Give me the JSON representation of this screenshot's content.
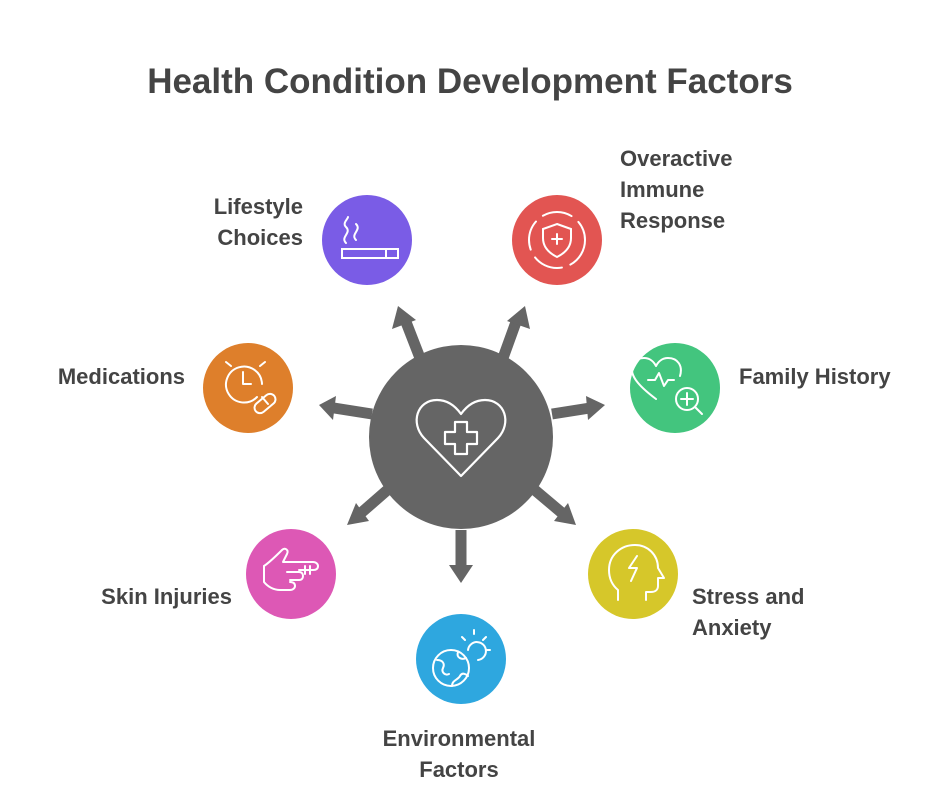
{
  "title": "Health Condition Development Factors",
  "colors": {
    "hub": "#656565",
    "arrow": "#656565",
    "text": "#444444"
  },
  "hub": {
    "icon": "heart-medical-cross-icon"
  },
  "factors": [
    {
      "id": "lifestyle",
      "lines": [
        "Lifestyle",
        "Choices"
      ],
      "color": "#7a5ce6",
      "icon": "cigarette-icon"
    },
    {
      "id": "immune",
      "lines": [
        "Overactive",
        "Immune",
        "Response"
      ],
      "color": "#e25552",
      "icon": "shield-cross-icon"
    },
    {
      "id": "family",
      "lines": [
        "Family History"
      ],
      "color": "#43c57e",
      "icon": "heart-pulse-magnifier-icon"
    },
    {
      "id": "stress",
      "lines": [
        "Stress and",
        "Anxiety"
      ],
      "color": "#d6c72a",
      "icon": "head-lightning-icon"
    },
    {
      "id": "environment",
      "lines": [
        "Environmental",
        "Factors"
      ],
      "color": "#2ea7df",
      "icon": "globe-sun-icon"
    },
    {
      "id": "skin",
      "lines": [
        "Skin Injuries"
      ],
      "color": "#dd58b5",
      "icon": "hand-pointing-icon"
    },
    {
      "id": "medications",
      "lines": [
        "Medications"
      ],
      "color": "#de7f2b",
      "icon": "clock-pill-icon"
    }
  ]
}
